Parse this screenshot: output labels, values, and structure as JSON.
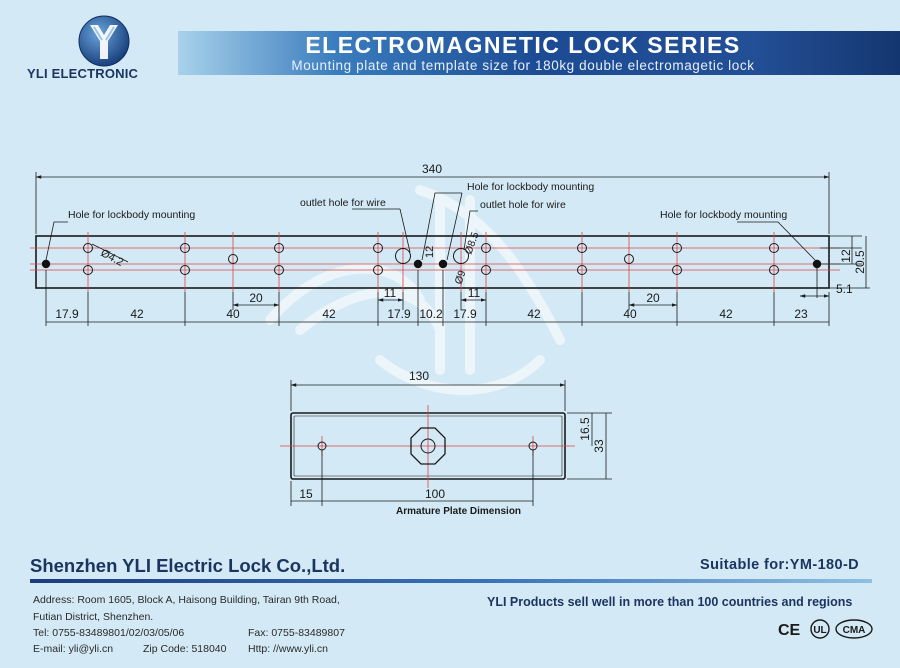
{
  "brand": {
    "name": "YLI ELECTRONIC"
  },
  "header": {
    "title": "ELECTROMAGNETIC LOCK SERIES",
    "subtitle": "Mounting plate and template size for 180kg double electromagetic lock"
  },
  "mounting_plate": {
    "overall_length": "340",
    "annotations": {
      "hole_left": "Hole for lockbody mounting",
      "hole_right": "Hole for lockbody mounting",
      "outlet_left": "outlet hole for wire",
      "outlet_right": "outlet hole for wire",
      "hole_center": "Hole for lockbody mounting"
    },
    "hole_dia": "Ø4.2",
    "wire_dia_1": "Ø8.5",
    "wire_dia_2": "Ø9",
    "dim_12_center": "12",
    "dims_bottom": [
      "17.9",
      "42",
      "40",
      "42",
      "17.9",
      "10.2",
      "17.9",
      "42",
      "40",
      "42",
      "23"
    ],
    "dims_upper": [
      "20",
      "11",
      "11",
      "20"
    ],
    "dims_right": [
      "12",
      "20.5",
      "5.1"
    ]
  },
  "armature_plate": {
    "length": "130",
    "hole_spacing": "100",
    "edge_offset": "15",
    "height": "33",
    "half_height": "16.5",
    "caption": "Armature Plate Dimension"
  },
  "footer": {
    "company": "Shenzhen YLI Electric Lock Co.,Ltd.",
    "suitable": "Suitable for:YM-180-D",
    "address_line1": "Address: Room 1605, Block A, Haisong Building, Tairan 9th Road,",
    "address_line2": "Futian District, Shenzhen.",
    "tel": "Tel: 0755-83489801/02/03/05/06",
    "fax": "Fax: 0755-83489807",
    "email": "E-mail: yli@yli.cn",
    "zip": "Zip Code: 518040",
    "http": "Http: //www.yli.cn",
    "tagline": "YLI Products sell well in more than 100 countries and regions",
    "certs": [
      "CE",
      "UL",
      "CMA"
    ]
  },
  "colors": {
    "brand_navy": "#1c3560",
    "banner_blue": "#1c4b94",
    "background": "#d3e9f5",
    "centerline_red": "#e04040"
  }
}
